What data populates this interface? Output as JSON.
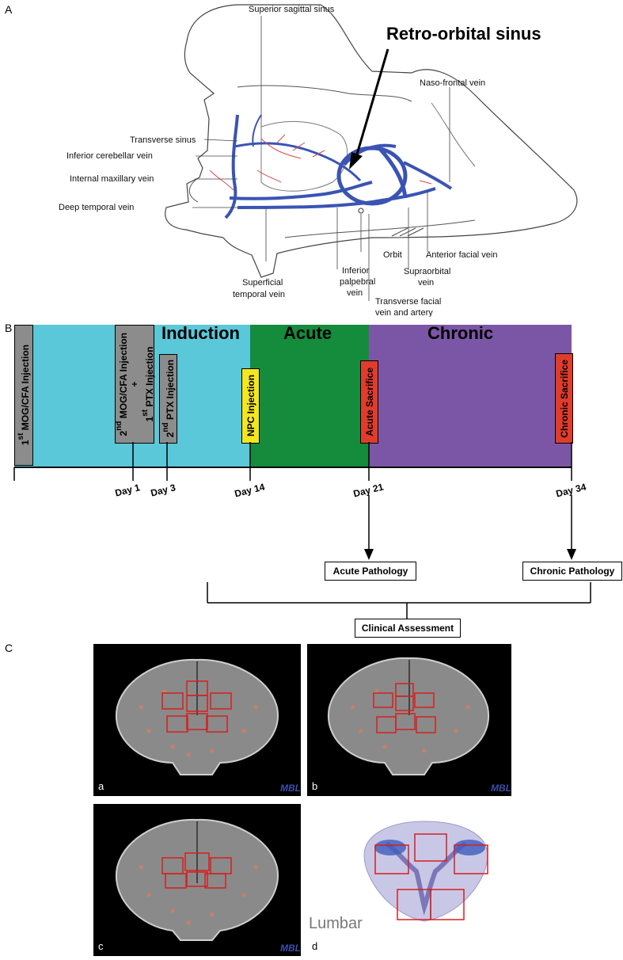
{
  "panels": {
    "a": "A",
    "b": "B",
    "c": "C"
  },
  "panel_a": {
    "title": "Retro-orbital sinus",
    "labels": {
      "superior_sagittal_sinus": "Superior sagittal sinus",
      "naso_frontal_vein": "Naso-frontal vein",
      "transverse_sinus": "Transverse sinus",
      "inferior_cerebellar_vein": "Inferior cerebellar vein",
      "internal_maxillary_vein": "Internal maxillary vein",
      "deep_temporal_vein": "Deep temporal vein",
      "orbit": "Orbit",
      "anterior_facial_vein": "Anterior facial vein",
      "inferior_palpebral_1": "Inferior",
      "inferior_palpebral_2": "palpebral",
      "inferior_palpebral_3": "vein",
      "supraorbital_1": "Supraorbital",
      "supraorbital_2": "vein",
      "superficial_temporal_1": "Superficial",
      "superficial_temporal_2": "temporal vein",
      "transverse_facial_1": "Transverse facial",
      "transverse_facial_2": "vein and artery"
    },
    "colors": {
      "vein": "#3a54b4",
      "artery": "#d64a4a"
    }
  },
  "timeline": {
    "phases": [
      {
        "name": "Induction",
        "color": "#5ac8d8"
      },
      {
        "name": "Acute",
        "color": "#148c3c"
      },
      {
        "name": "Chronic",
        "color": "#7c56a6"
      }
    ],
    "events": {
      "first_mog": {
        "pre": "1",
        "sup": "st",
        "post": " MOG/CFA Injection"
      },
      "second_mog_a": {
        "pre": "2",
        "sup": "nd",
        "post": " MOG/CFA Injection"
      },
      "plus": "+",
      "first_ptx": {
        "pre": "1",
        "sup": "st",
        "post": " PTX Injection"
      },
      "second_ptx": {
        "pre": "2",
        "sup": "nd",
        "post": " PTX Injection"
      },
      "npc": "NPC Injection",
      "acute_sacrifice": "Acute Sacrifice",
      "chronic_sacrifice": "Chronic Sacrifice"
    },
    "event_colors": {
      "gray": "#8c8c8c",
      "yellow": "#f5e61e",
      "red": "#e03c2c"
    },
    "days": [
      "Day 1",
      "Day 3",
      "Day 14",
      "Day 21",
      "Day 34"
    ],
    "outcomes": {
      "acute": "Acute Pathology",
      "chronic": "Chronic Pathology",
      "clinical": "Clinical Assessment"
    }
  },
  "panel_c": {
    "sublabels": [
      "a",
      "b",
      "c",
      "d"
    ],
    "lumbar": "Lumbar",
    "logo": "MBL"
  }
}
